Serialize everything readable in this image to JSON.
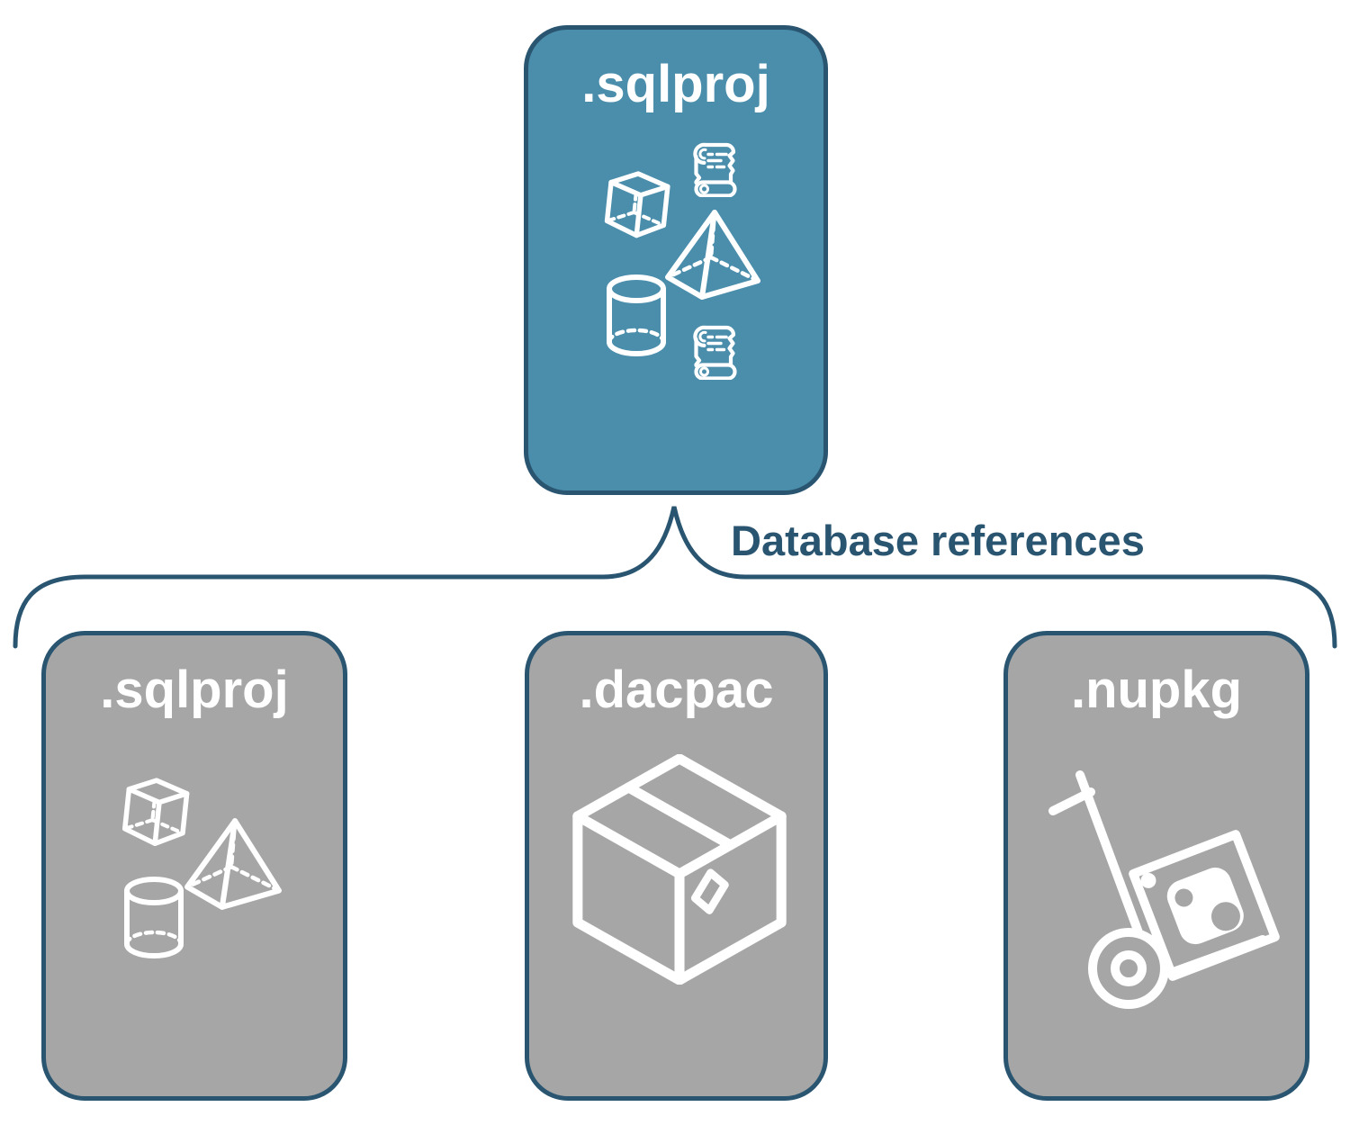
{
  "diagram": {
    "root": {
      "label": ".sqlproj",
      "icons": [
        "scroll-icon",
        "cube-icon",
        "pyramid-icon",
        "cylinder-icon",
        "scroll-icon"
      ]
    },
    "connector_label": "Database references",
    "children": [
      {
        "label": ".sqlproj",
        "icons": [
          "cube-icon",
          "pyramid-icon",
          "cylinder-icon"
        ]
      },
      {
        "label": ".dacpac",
        "icons": [
          "package-box-icon"
        ]
      },
      {
        "label": ".nupkg",
        "icons": [
          "nuget-handtruck-icon"
        ]
      }
    ]
  },
  "colors": {
    "root_fill": "#4A8EAC",
    "child_fill": "#A6A6A6",
    "outline": "#2A5570",
    "icon_stroke": "#FFFFFF",
    "label_text": "#2A5570",
    "title_text": "#FFFFFF",
    "background": "#FFFFFF"
  }
}
